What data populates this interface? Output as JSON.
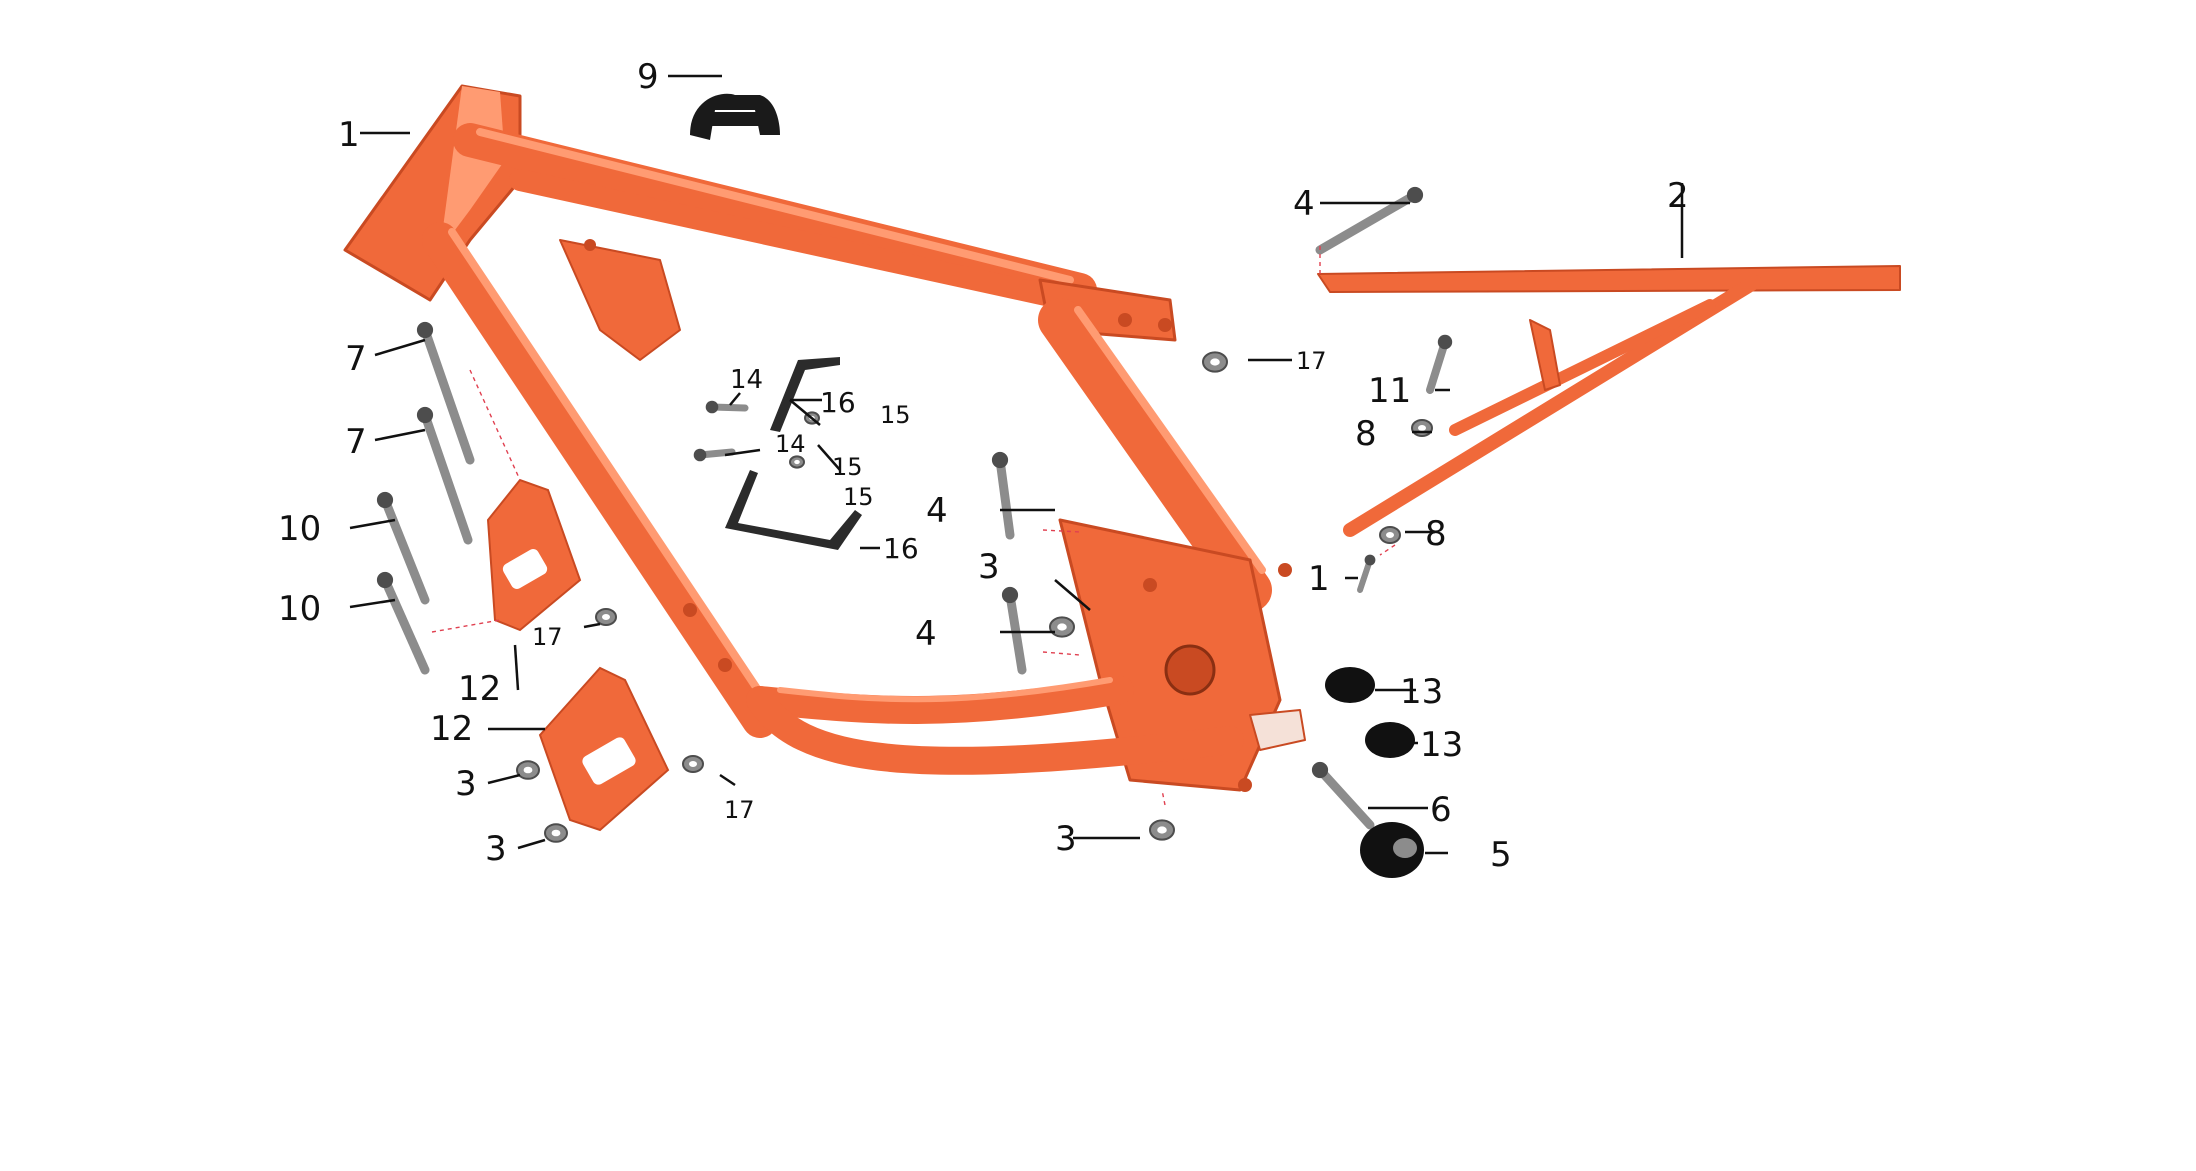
{
  "colors": {
    "frame": "#f0693a",
    "frame_dark": "#c94a22",
    "frame_light": "#ff9b72",
    "hardware": "#8c8c8c",
    "hardware_dark": "#4d4d4d",
    "rubber": "#111111",
    "label": "#111111",
    "leader_dash": "#e04050"
  },
  "callouts": {
    "c1_frame": "1",
    "c1_bolt": "1",
    "c2": "2",
    "c3_a": "3",
    "c3_b": "3",
    "c3_c": "3",
    "c3_d": "3",
    "c4_a": "4",
    "c4_b": "4",
    "c4_c": "4",
    "c5": "5",
    "c6": "6",
    "c7_a": "7",
    "c7_b": "7",
    "c8_a": "8",
    "c8_b": "8",
    "c9": "9",
    "c10_a": "10",
    "c10_b": "10",
    "c11": "11",
    "c12_a": "12",
    "c12_b": "12",
    "c13_a": "13",
    "c13_b": "13",
    "c14_a": "14",
    "c14_b": "14",
    "c15_a": "15",
    "c15_b": "15",
    "c15_c": "15",
    "c16_a": "16",
    "c16_b": "16",
    "c17_a": "17",
    "c17_b": "17",
    "c17_c": "17"
  }
}
